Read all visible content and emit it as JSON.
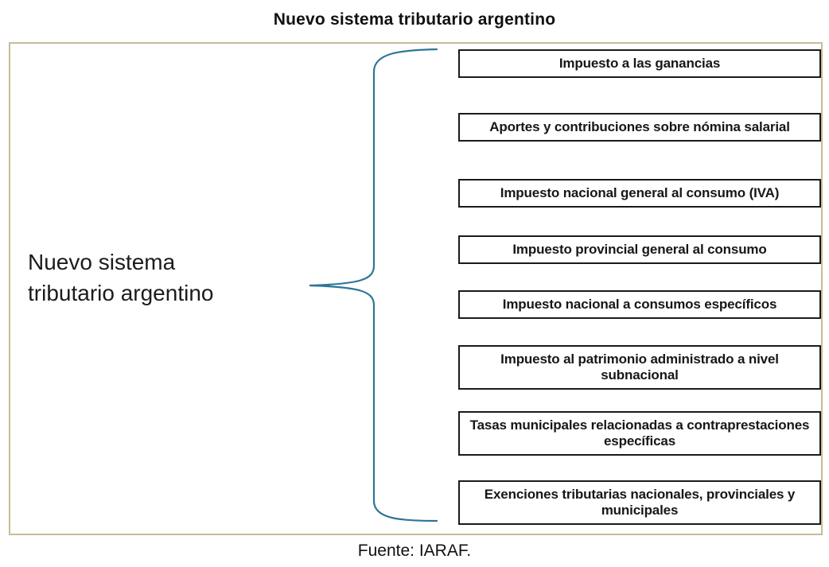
{
  "page_title": "Nuevo sistema tributario argentino",
  "diagram": {
    "root_label": "Nuevo sistema tributario argentino",
    "branches": [
      "Impuesto a las ganancias",
      "Aportes y contribuciones sobre nómina salarial",
      "Impuesto nacional general al consumo (IVA)",
      "Impuesto provincial general al consumo",
      "Impuesto nacional a consumos específicos",
      "Impuesto al patrimonio administrado a nivel subnacional",
      "Tasas municipales relacionadas a contraprestaciones específicas",
      "Exenciones tributarias nacionales, provinciales y municipales"
    ]
  },
  "footer": {
    "source_text": "Fuente: IARAF."
  },
  "colors": {
    "frame_border": "#c6bc96",
    "brace_stroke": "#2e7599",
    "box_border": "#1a1a1a",
    "text": "#161616"
  }
}
